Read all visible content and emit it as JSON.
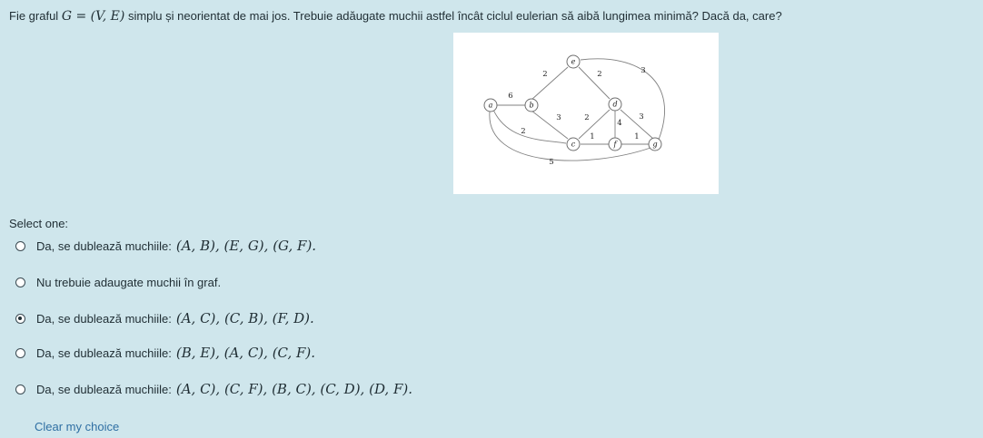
{
  "question": {
    "text_before": "Fie graful ",
    "math": "G = (V, E)",
    "text_after": " simplu și neorientat de mai jos. Trebuie adăugate muchii astfel încât ciclul eulerian să aibă lungimea minimă? Dacă da, care?"
  },
  "graph": {
    "nodes": [
      {
        "id": "a",
        "label": "a"
      },
      {
        "id": "b",
        "label": "b"
      },
      {
        "id": "e",
        "label": "e"
      },
      {
        "id": "d",
        "label": "d"
      },
      {
        "id": "c",
        "label": "c"
      },
      {
        "id": "f",
        "label": "f"
      },
      {
        "id": "g",
        "label": "g"
      }
    ],
    "edges": [
      {
        "from": "a",
        "to": "b",
        "weight": "6"
      },
      {
        "from": "b",
        "to": "e",
        "weight": "2"
      },
      {
        "from": "e",
        "to": "d",
        "weight": "2"
      },
      {
        "from": "e",
        "to": "g",
        "weight": "3"
      },
      {
        "from": "b",
        "to": "c",
        "weight": "3"
      },
      {
        "from": "c",
        "to": "d",
        "weight": "2"
      },
      {
        "from": "a",
        "to": "c",
        "weight": "2"
      },
      {
        "from": "c",
        "to": "f",
        "weight": "1"
      },
      {
        "from": "d",
        "to": "f",
        "weight": "4"
      },
      {
        "from": "d",
        "to": "g",
        "weight": "3"
      },
      {
        "from": "f",
        "to": "g",
        "weight": "1"
      },
      {
        "from": "a",
        "to": "g",
        "weight": "5"
      }
    ]
  },
  "select_label": "Select one:",
  "options": [
    {
      "text": "Da, se dublează muchiile:",
      "formula": "(A, B), (E, G), (G, F).",
      "checked": false
    },
    {
      "text": "Nu trebuie adaugate muchii în graf.",
      "formula": "",
      "checked": false
    },
    {
      "text": "Da, se dublează muchiile:",
      "formula": "(A, C), (C, B), (F, D).",
      "checked": true
    },
    {
      "text": "Da, se dublează muchiile:",
      "formula": "(B, E), (A, C), (C, F).",
      "checked": false
    },
    {
      "text": "Da, se dublează muchiile:",
      "formula": "(A, C), (C, F), (B, C), (C, D), (D, F).",
      "checked": false
    }
  ],
  "clear_label": "Clear my choice"
}
